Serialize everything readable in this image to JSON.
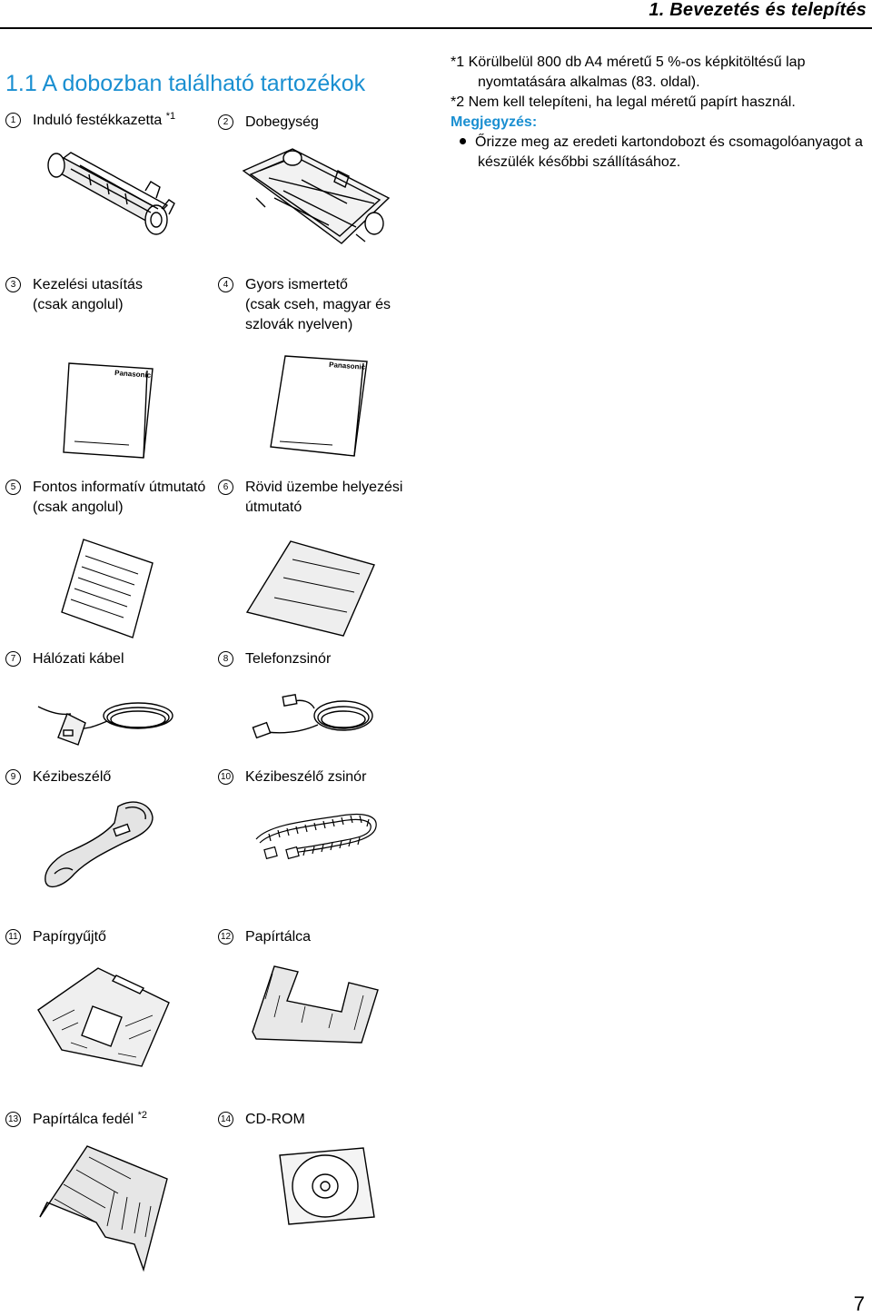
{
  "header": {
    "chapter": "1. Bevezetés és telepítés"
  },
  "section_title": "1.1 A dobozban található tartozékok",
  "items": [
    {
      "num": "1",
      "label": "Induló festékkazetta",
      "sup": "*1",
      "icon": "toner-cartridge-icon"
    },
    {
      "num": "2",
      "label": "Dobegység",
      "icon": "drum-unit-icon"
    },
    {
      "num": "3",
      "label": "Kezelési utasítás",
      "label2": "(csak angolul)",
      "brand": "Panasonic",
      "icon": "manual-booklet-icon"
    },
    {
      "num": "4",
      "label": "Gyors ismertető",
      "label2": "(csak cseh, magyar és",
      "label3": "szlovák nyelven)",
      "brand": "Panasonic",
      "icon": "quick-guide-booklet-icon"
    },
    {
      "num": "5",
      "label": "Fontos informatív útmutató",
      "label2": "(csak angolul)",
      "icon": "info-sheet-icon"
    },
    {
      "num": "6",
      "label": "Rövid üzembe helyezési",
      "label2": "útmutató",
      "icon": "setup-sheet-icon"
    },
    {
      "num": "7",
      "label": "Hálózati kábel",
      "icon": "power-cord-icon"
    },
    {
      "num": "8",
      "label": "Telefonzsinór",
      "icon": "telephone-line-cord-icon"
    },
    {
      "num": "9",
      "label": "Kézibeszélő",
      "icon": "handset-icon"
    },
    {
      "num": "10",
      "label": "Kézibeszélő zsinór",
      "icon": "handset-cord-icon"
    },
    {
      "num": "11",
      "label": "Papírgyűjtő",
      "icon": "paper-stacker-icon"
    },
    {
      "num": "12",
      "label": "Papírtálca",
      "icon": "paper-tray-icon"
    },
    {
      "num": "13",
      "label": "Papírtálca fedél",
      "sup": "*2",
      "icon": "paper-tray-cover-icon"
    },
    {
      "num": "14",
      "label": "CD-ROM",
      "icon": "cd-rom-icon"
    }
  ],
  "notes": {
    "n1_line1": "*1  Körülbelül 800 db A4 méretű 5 %-os képkitöltésű lap",
    "n1_line2": "nyomtatására alkalmas (83. oldal).",
    "n2": "*2  Nem kell telepíteni, ha legal méretű papírt használ.",
    "memo_title": "Megjegyzés:",
    "memo_line1": "Őrizze meg az eredeti kartondobozt és csomagolóanyagot a",
    "memo_line2": "készülék későbbi szállításához."
  },
  "page_number": "7",
  "colors": {
    "accent": "#1a8fd1",
    "text": "#000000"
  }
}
